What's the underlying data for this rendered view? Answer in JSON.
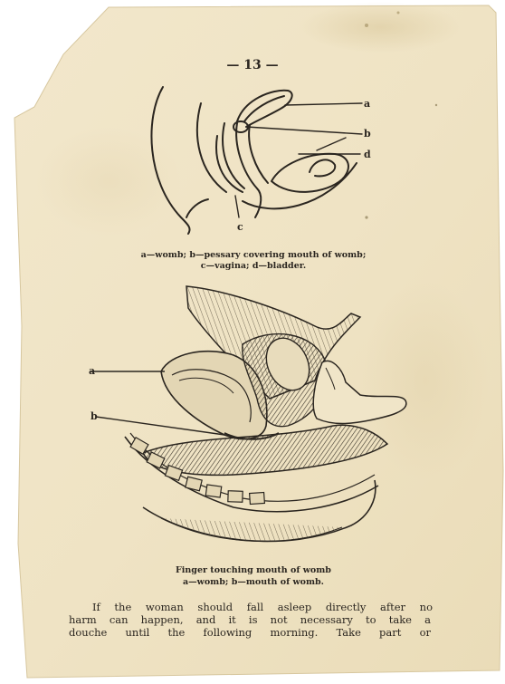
{
  "page": {
    "number": "— 13 —",
    "paper_color": "#efe3c4",
    "ink_color": "#2b2620"
  },
  "figure1": {
    "labels": {
      "a": "a",
      "b": "b",
      "c": "c",
      "d": "d"
    },
    "caption_line1": "a—womb; b—pessary covering mouth of womb;",
    "caption_line2": "c—vagina; d—bladder."
  },
  "figure2": {
    "labels": {
      "a": "a",
      "b": "b"
    },
    "caption_line1": "Finger touching mouth of womb",
    "caption_line2": "a—womb; b—mouth of womb."
  },
  "body": {
    "line1": "If the woman should fall asleep directly after no",
    "line2": "harm can happen, and it is not necessary to take a",
    "line3": "douche until the following morning.  Take part or"
  }
}
